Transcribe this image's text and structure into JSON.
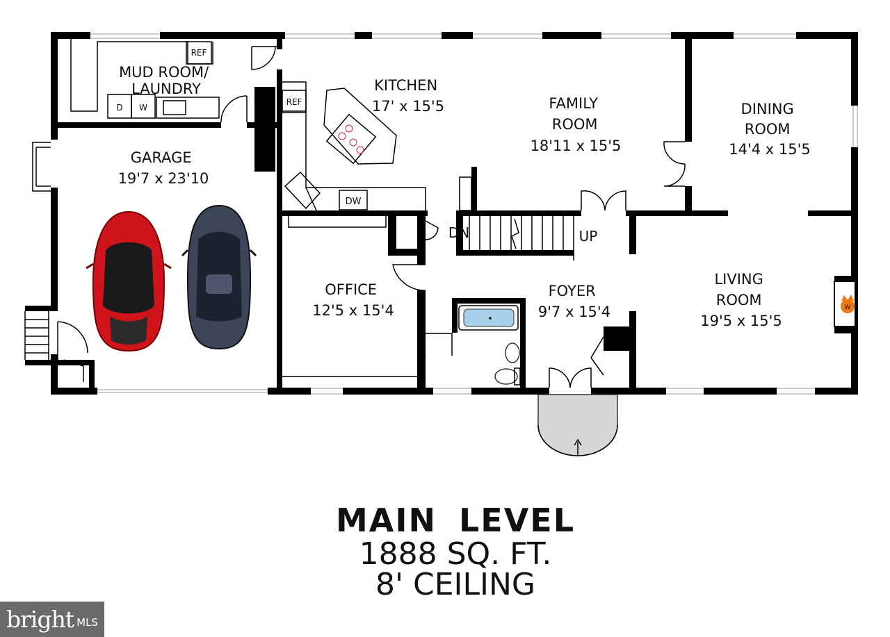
{
  "plan": {
    "rooms": [
      {
        "id": "mud-room",
        "lines": [
          "MUD ROOM/",
          "LAUNDRY"
        ]
      },
      {
        "id": "kitchen",
        "lines": [
          "KITCHEN",
          "17' x 15'5"
        ]
      },
      {
        "id": "family-room",
        "lines": [
          "FAMILY",
          "ROOM",
          "18'11 x 15'5"
        ]
      },
      {
        "id": "dining-room",
        "lines": [
          "DINING",
          "ROOM",
          "14'4 x 15'5"
        ]
      },
      {
        "id": "garage",
        "lines": [
          "GARAGE",
          "19'7 x 23'10"
        ]
      },
      {
        "id": "office",
        "lines": [
          "OFFICE",
          "12'5 x 15'4"
        ]
      },
      {
        "id": "foyer",
        "lines": [
          "FOYER",
          "9'7 x 15'4"
        ]
      },
      {
        "id": "living-room",
        "lines": [
          "LIVING",
          "ROOM",
          "19'5 x 15'5"
        ]
      }
    ],
    "fixtures": {
      "ref_mudroom": "REF",
      "ref_kitchen": "REF",
      "dryer": "D",
      "washer": "W",
      "dishwasher": "DW",
      "fireplace": "W"
    },
    "stairs": {
      "down": "DN",
      "up": "UP"
    },
    "colors": {
      "car_red": "#d0141b",
      "car_dark": "#3d4658",
      "fire": "#f07a10",
      "stoop": "#d6d6d6"
    }
  },
  "caption": {
    "title": "MAIN  LEVEL",
    "area": "1888 SQ. FT.",
    "ceiling": "8' CEILING"
  },
  "logo": {
    "brand": "bright",
    "suffix": "MLS"
  }
}
